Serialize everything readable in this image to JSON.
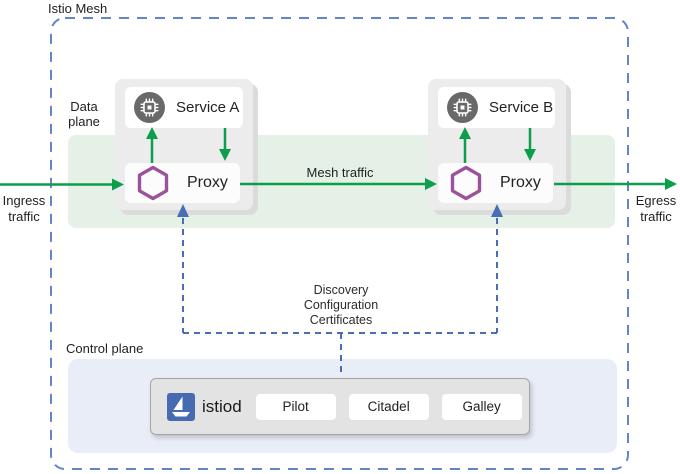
{
  "mesh": {
    "title": "Istio Mesh"
  },
  "planes": {
    "data_plane_label": "Data plane",
    "control_plane_label": "Control plane"
  },
  "traffic": {
    "ingress_label": "Ingress traffic",
    "egress_label": "Egress traffic",
    "mesh_label": "Mesh traffic"
  },
  "services": [
    {
      "label": "Service A",
      "icon": "chip-icon"
    },
    {
      "label": "Service B",
      "icon": "chip-icon"
    }
  ],
  "proxies": [
    {
      "label": "Proxy",
      "icon": "envoy-hexagon-icon"
    },
    {
      "label": "Proxy",
      "icon": "envoy-hexagon-icon"
    }
  ],
  "control_plane": {
    "istiod_label": "istiod",
    "istiod_icon": "istio-sailboat-icon",
    "components": [
      "Pilot",
      "Citadel",
      "Galley"
    ]
  },
  "connector": {
    "label": "Discovery\nConfiguration\nCertificates"
  },
  "colors": {
    "mesh_border_blue": "#6384c6",
    "connector_blue": "#4a6db8",
    "istio_blue": "#466bb0",
    "traffic_green": "#0b9e4b",
    "proxy_purple": "#9c519b",
    "data_plane_band": "#e5f1e6",
    "control_plane_bg": "#e8edf8"
  }
}
